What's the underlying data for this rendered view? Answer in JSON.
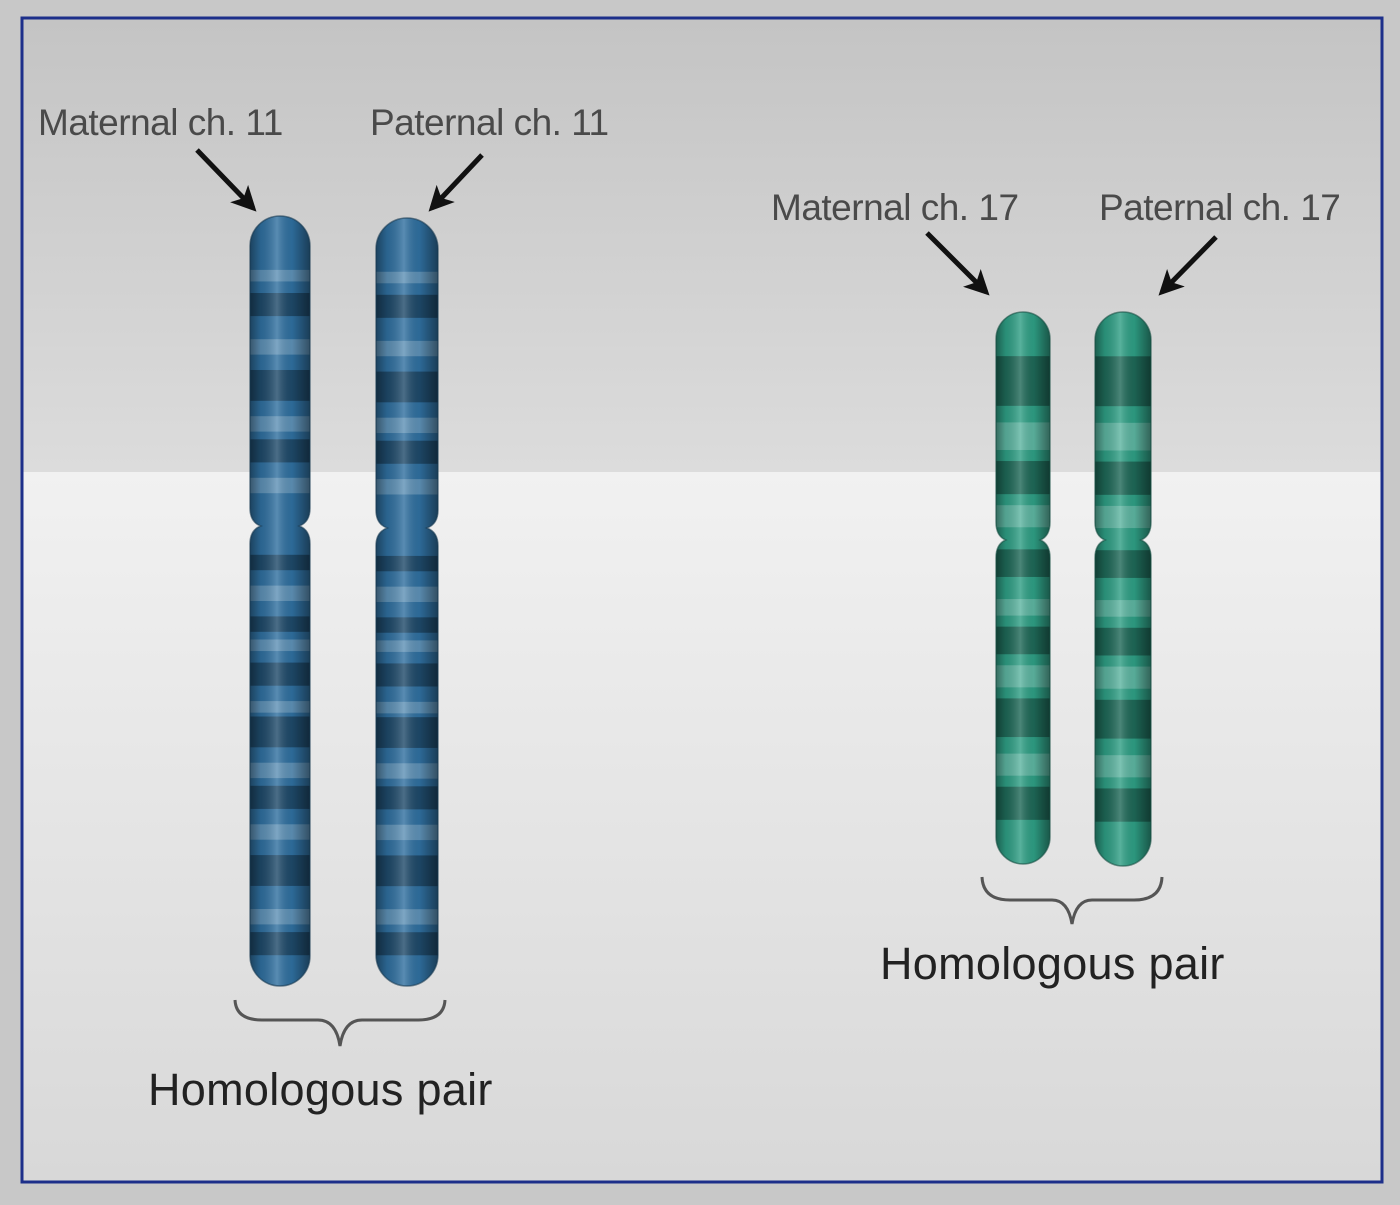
{
  "colors": {
    "frame_border": "#1d2f8a",
    "chromosome_11": "#2f6f9f",
    "chromosome_17": "#2e9e84"
  },
  "labels": {
    "maternal_11": "Maternal ch. 11",
    "paternal_11": "Paternal ch. 11",
    "maternal_17": "Maternal ch. 17",
    "paternal_17": "Paternal ch. 17",
    "pair_11": "Homologous pair",
    "pair_17": "Homologous pair"
  }
}
